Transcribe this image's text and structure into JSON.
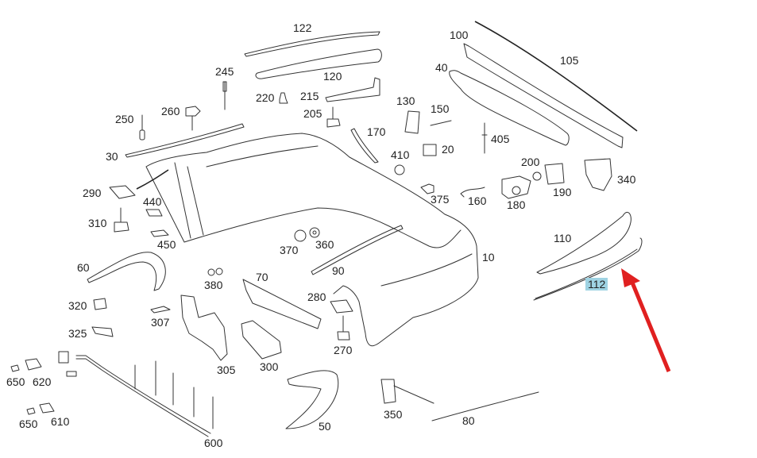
{
  "diagram": {
    "title": "Rear bumper exploded parts diagram",
    "highlight_color": "#9fd3e3",
    "arrow_color": "#e02020",
    "highlighted_part": "112",
    "labels": [
      {
        "id": "122",
        "text": "122"
      },
      {
        "id": "245",
        "text": "245"
      },
      {
        "id": "100",
        "text": "100"
      },
      {
        "id": "105",
        "text": "105"
      },
      {
        "id": "40",
        "text": "40"
      },
      {
        "id": "120",
        "text": "120"
      },
      {
        "id": "220",
        "text": "220"
      },
      {
        "id": "215",
        "text": "215"
      },
      {
        "id": "130",
        "text": "130"
      },
      {
        "id": "150",
        "text": "150"
      },
      {
        "id": "260",
        "text": "260"
      },
      {
        "id": "250",
        "text": "250"
      },
      {
        "id": "205",
        "text": "205"
      },
      {
        "id": "170",
        "text": "170"
      },
      {
        "id": "405",
        "text": "405"
      },
      {
        "id": "30",
        "text": "30"
      },
      {
        "id": "410",
        "text": "410"
      },
      {
        "id": "20",
        "text": "20"
      },
      {
        "id": "200",
        "text": "200"
      },
      {
        "id": "340",
        "text": "340"
      },
      {
        "id": "290",
        "text": "290"
      },
      {
        "id": "440",
        "text": "440"
      },
      {
        "id": "375",
        "text": "375"
      },
      {
        "id": "160",
        "text": "160"
      },
      {
        "id": "190",
        "text": "190"
      },
      {
        "id": "180",
        "text": "180"
      },
      {
        "id": "310",
        "text": "310"
      },
      {
        "id": "450",
        "text": "450"
      },
      {
        "id": "110",
        "text": "110"
      },
      {
        "id": "370",
        "text": "370"
      },
      {
        "id": "360",
        "text": "360"
      },
      {
        "id": "10",
        "text": "10"
      },
      {
        "id": "60",
        "text": "60"
      },
      {
        "id": "90",
        "text": "90"
      },
      {
        "id": "380",
        "text": "380"
      },
      {
        "id": "70",
        "text": "70"
      },
      {
        "id": "112",
        "text": "112"
      },
      {
        "id": "320",
        "text": "320"
      },
      {
        "id": "280",
        "text": "280"
      },
      {
        "id": "307",
        "text": "307"
      },
      {
        "id": "325",
        "text": "325"
      },
      {
        "id": "270",
        "text": "270"
      },
      {
        "id": "305",
        "text": "305"
      },
      {
        "id": "300",
        "text": "300"
      },
      {
        "id": "650a",
        "text": "650"
      },
      {
        "id": "620",
        "text": "620"
      },
      {
        "id": "350",
        "text": "350"
      },
      {
        "id": "80",
        "text": "80"
      },
      {
        "id": "650b",
        "text": "650"
      },
      {
        "id": "610",
        "text": "610"
      },
      {
        "id": "50",
        "text": "50"
      },
      {
        "id": "600",
        "text": "600"
      }
    ]
  }
}
